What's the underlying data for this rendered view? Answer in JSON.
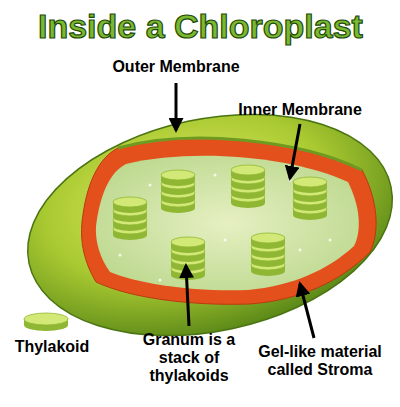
{
  "diagram": {
    "title": "Inside a Chloroplast",
    "labels": [
      "Outer Membrane",
      "Inner Membrane",
      "Thylakoid",
      "Granum is a stack of thylakoids",
      "Gel-like material called Stroma"
    ]
  }
}
